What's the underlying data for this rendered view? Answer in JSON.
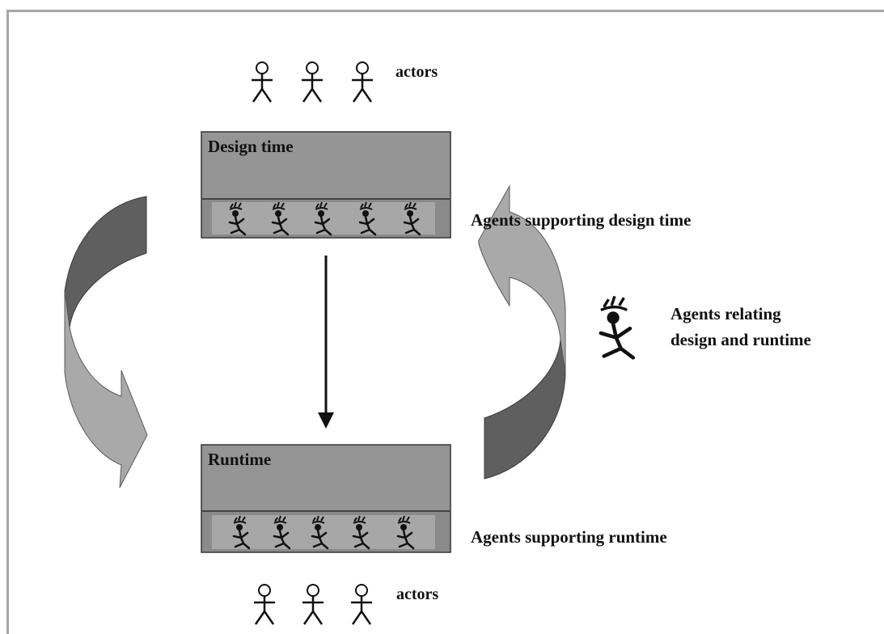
{
  "actors_top_label": "actors",
  "actors_bottom_label": "actors",
  "design_box": {
    "title": "Design time"
  },
  "runtime_box": {
    "title": "Runtime"
  },
  "agents_design_label": "Agents supporting design time",
  "agents_runtime_label": "Agents supporting runtime",
  "relating_label": {
    "line1": "Agents relating",
    "line2": "design and runtime"
  },
  "colors": {
    "box_fill": "#959595",
    "strip_fill": "#8a8a8a",
    "strip_inner": "#a7a7a7",
    "arrow_dark": "#5e5e5e",
    "arrow_light": "#a9a9a9",
    "frame": "#a6a6a6"
  },
  "icons": [
    "stick-figure-actor-icon",
    "running-agent-icon",
    "arrow-down-icon",
    "curved-arrow-icon"
  ]
}
